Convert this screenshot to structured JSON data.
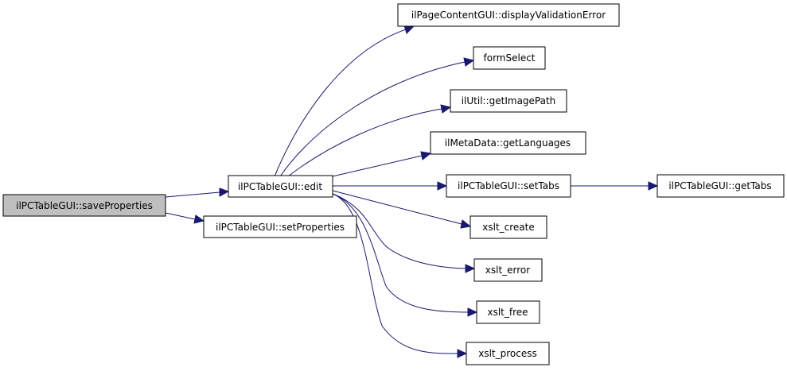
{
  "graph": {
    "edge_color": "#191970",
    "root_fill": "#bfbfbf",
    "nodes": {
      "save_properties": "ilPCTableGUI::saveProperties",
      "edit": "ilPCTableGUI::edit",
      "set_properties": "ilPCTableGUI::setProperties",
      "display_validation_error": "ilPageContentGUI::displayValidationError",
      "form_select": "formSelect",
      "get_image_path": "ilUtil::getImagePath",
      "get_languages": "ilMetaData::getLanguages",
      "set_tabs": "ilPCTableGUI::setTabs",
      "get_tabs": "ilPCTableGUI::getTabs",
      "xslt_create": "xslt_create",
      "xslt_error": "xslt_error",
      "xslt_free": "xslt_free",
      "xslt_process": "xslt_process"
    },
    "edges": [
      [
        "save_properties",
        "edit"
      ],
      [
        "save_properties",
        "set_properties"
      ],
      [
        "edit",
        "display_validation_error"
      ],
      [
        "edit",
        "form_select"
      ],
      [
        "edit",
        "get_image_path"
      ],
      [
        "edit",
        "get_languages"
      ],
      [
        "edit",
        "set_tabs"
      ],
      [
        "set_tabs",
        "get_tabs"
      ],
      [
        "edit",
        "xslt_create"
      ],
      [
        "edit",
        "xslt_error"
      ],
      [
        "edit",
        "xslt_free"
      ],
      [
        "edit",
        "xslt_process"
      ]
    ]
  }
}
